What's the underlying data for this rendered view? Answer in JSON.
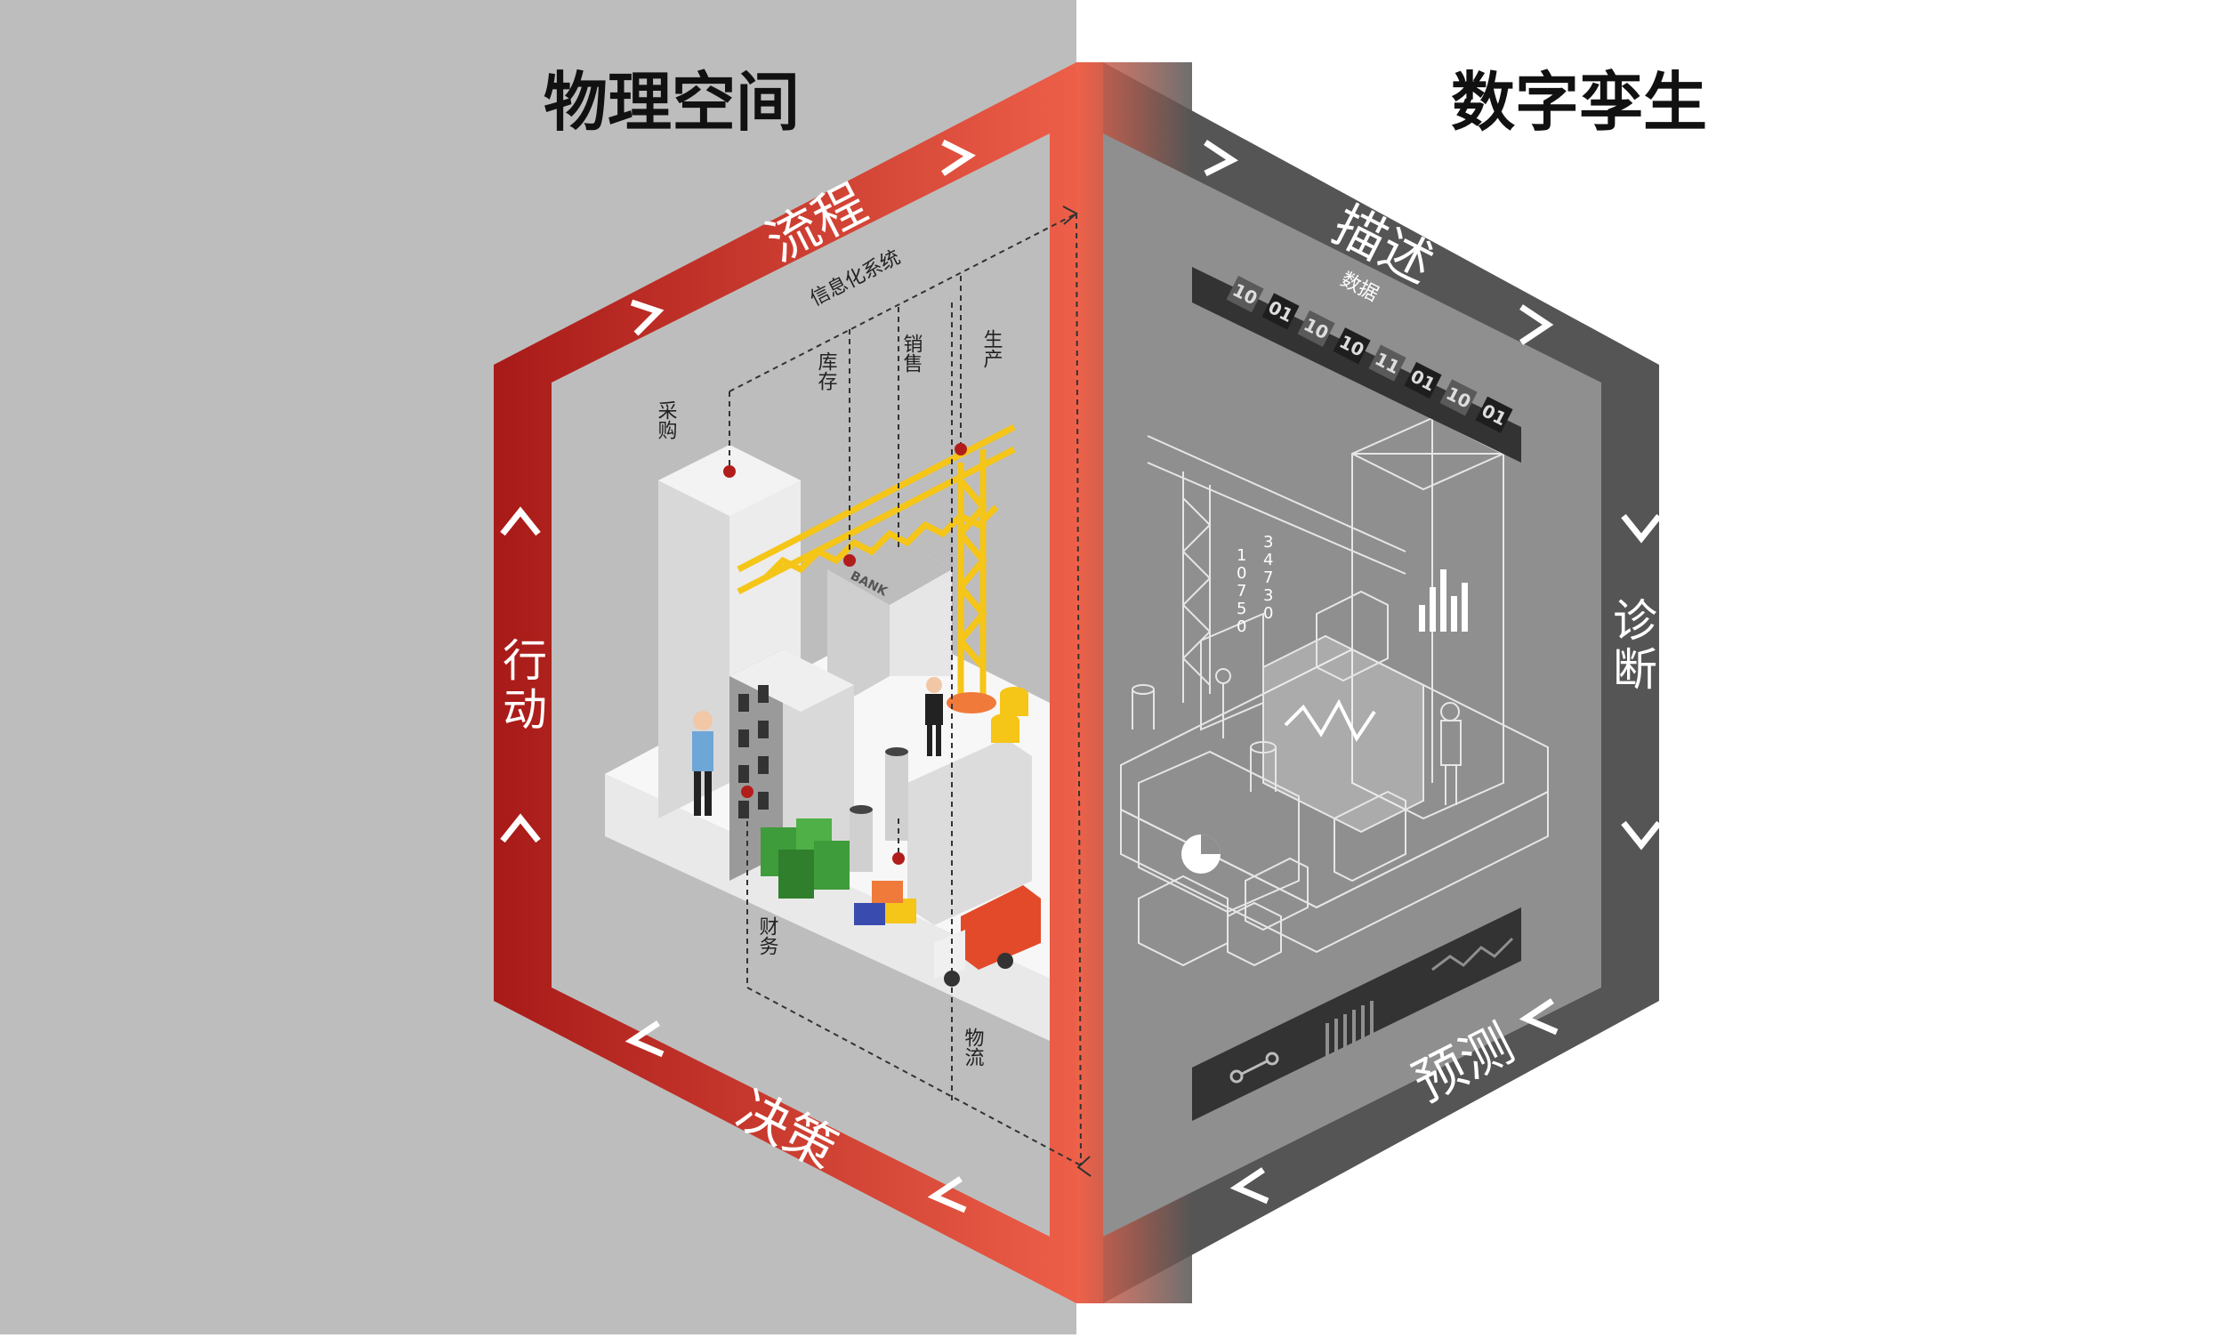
{
  "headings": {
    "physical": "物理空间",
    "digital": "数字孪生"
  },
  "left_ring": {
    "top": "流程",
    "left": "行动",
    "bottom": "决策"
  },
  "right_ring": {
    "top": "描述",
    "right": "诊断",
    "bottom": "预测"
  },
  "info_system": "信息化系统",
  "departments": {
    "purchase": "采购",
    "inventory": "库存",
    "sales": "销售",
    "production": "生产",
    "finance": "财务",
    "logistics": "物流"
  },
  "data_label": "数据",
  "bank_sign": "BANK",
  "binary_cells": [
    "10",
    "01",
    "10",
    "10",
    "11",
    "01",
    "10",
    "01"
  ],
  "screen_digits": [
    "1",
    "0",
    "7",
    "5",
    "0",
    "3",
    "4",
    "7",
    "3",
    "0"
  ],
  "colors": {
    "left_bg": "#bdbdbd",
    "red_dark": "#b11d1b",
    "red_light": "#f0624a",
    "dark_gray": "#555555",
    "mid_gray": "#8f8f8f",
    "crane": "#f5c518"
  }
}
